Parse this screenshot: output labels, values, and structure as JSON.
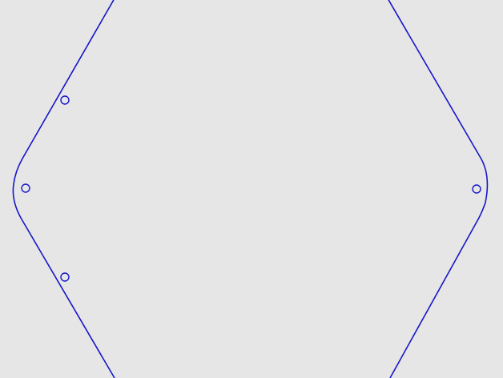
{
  "colors": {
    "background": "#e6e6e7",
    "outline": "#1616c8"
  },
  "shapes": {
    "outline": {
      "kind": "rounded-hexagon"
    },
    "holes": [
      {
        "name": "hole-left-upper"
      },
      {
        "name": "hole-left-middle"
      },
      {
        "name": "hole-left-lower"
      },
      {
        "name": "hole-right-middle"
      }
    ]
  }
}
